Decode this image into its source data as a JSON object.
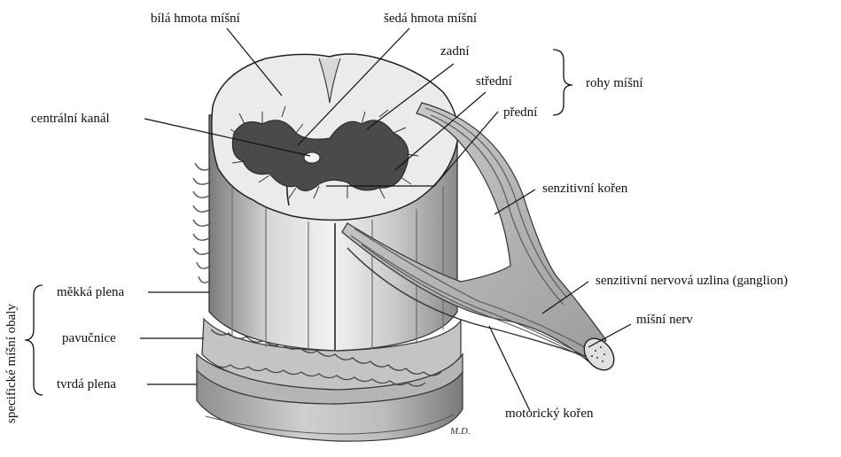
{
  "labels": {
    "white_matter": "bílá hmota míšní",
    "grey_matter": "šedá hmota míšní",
    "central_canal": "centrální kanál",
    "posterior": "zadní",
    "lateral": "střední",
    "anterior": "přední",
    "horns": "rohy míšní",
    "sensory_root": "senzitivní kořen",
    "ganglion": "senzitivní nervová uzlina (ganglion)",
    "spinal_nerve": "míšní nerv",
    "motor_root": "motorický kořen",
    "pia": "měkká plena",
    "arachnoid": "pavučnice",
    "dura": "tvrdá plena",
    "meninges": "specifické míšní obaly"
  },
  "signature": "M.D.",
  "colors": {
    "ink": "#111111",
    "grey_matter": "#4a4a4a",
    "white_matter": "#e8e8e8",
    "shading": "#9a9a9a"
  }
}
